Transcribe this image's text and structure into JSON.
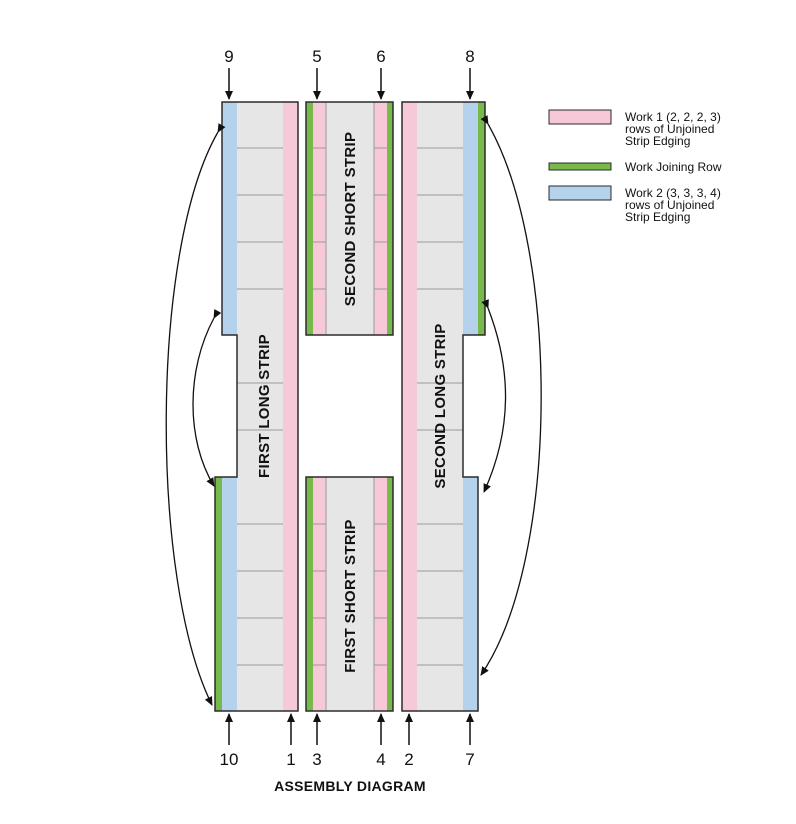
{
  "colors": {
    "pink": "#f6c8d8",
    "green": "#77b94a",
    "blue": "#b4d2ec",
    "center": "#e6e6e6",
    "outline": "#2b2b2b",
    "divider": "#9a9a9a"
  },
  "legend": {
    "pink": {
      "lines": [
        "Work 1 (2, 2, 2, 3)",
        "rows of Unjoined",
        "Strip Edging"
      ]
    },
    "green": {
      "lines": [
        "Work Joining Row"
      ]
    },
    "blue": {
      "lines": [
        "Work 2 (3, 3, 3, 4)",
        "rows of Unjoined",
        "Strip Edging"
      ]
    }
  },
  "strip_labels": {
    "first_long": "FIRST LONG STRIP",
    "second_short": "SECOND SHORT STRIP",
    "second_long": "SECOND LONG STRIP",
    "first_short": "FIRST SHORT STRIP"
  },
  "top_numbers": [
    "9",
    "5",
    "6",
    "8"
  ],
  "bottom_numbers": [
    "10",
    "1",
    "3",
    "4",
    "2",
    "7"
  ],
  "caption": "ASSEMBLY DIAGRAM"
}
